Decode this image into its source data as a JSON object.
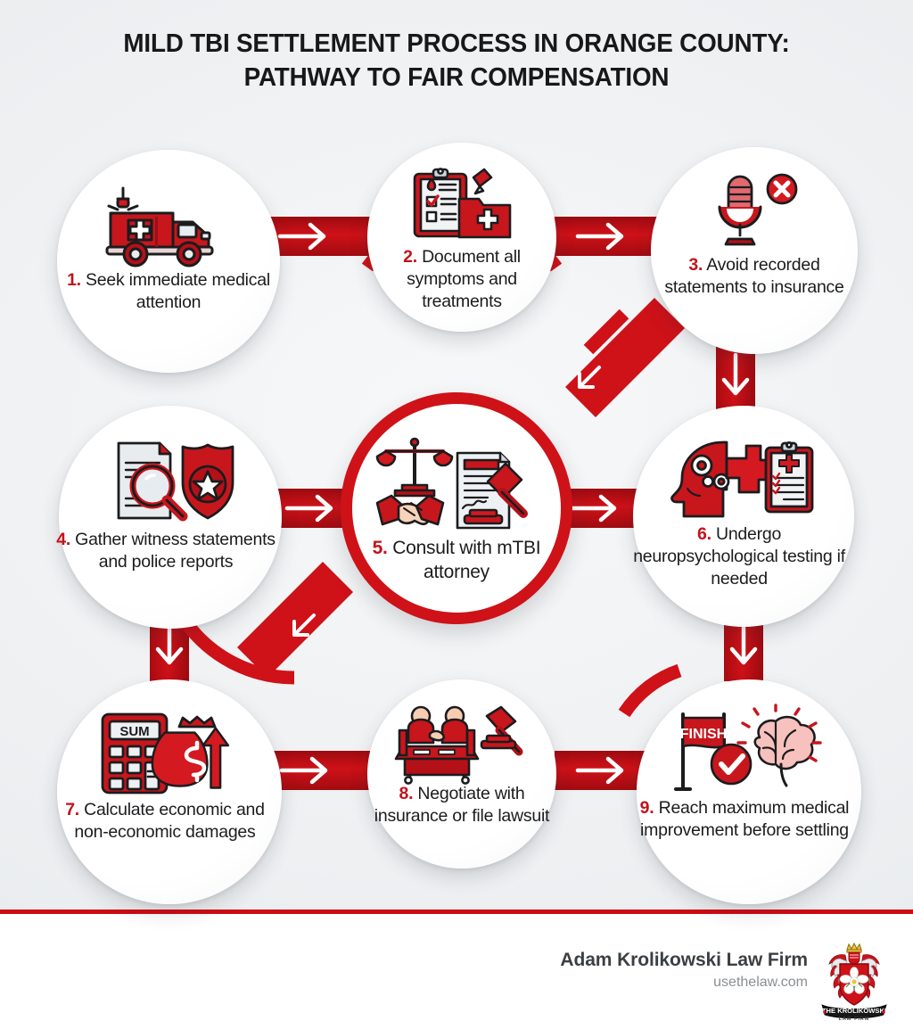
{
  "title": {
    "line1": "MILD TBI SETTLEMENT PROCESS IN ORANGE COUNTY:",
    "line2": "PATHWAY TO FAIR COMPENSATION"
  },
  "colors": {
    "brand_red": "#CF1118",
    "deep_red": "#B10E14",
    "divider_red": "#CF0A13",
    "number_red": "#C3121A",
    "text_dark": "#1B1C1E",
    "footer_name": "#3C3F42",
    "footer_site": "#8B8F93",
    "background": "#EEF0F2",
    "node_fill": "#FFFFFF"
  },
  "steps": [
    {
      "number": "1.",
      "text": "Seek immediate medical attention",
      "icon": "ambulance-icon"
    },
    {
      "number": "2.",
      "text": "Document all symptoms and treatments",
      "icon": "clipboard-folder-icon"
    },
    {
      "number": "3.",
      "text": "Avoid recorded statements to insurance",
      "icon": "microphone-blocked-icon"
    },
    {
      "number": "4.",
      "text": "Gather witness statements and police reports",
      "icon": "document-magnifier-badge-icon"
    },
    {
      "number": "5.",
      "text": "Consult with mTBI attorney",
      "icon": "scales-handshake-gavel-icon"
    },
    {
      "number": "6.",
      "text": "Undergo neuropsychological testing if needed",
      "icon": "head-gears-clipboard-icon"
    },
    {
      "number": "7.",
      "text": "Calculate economic and non-economic damages",
      "icon": "calculator-moneybag-icon"
    },
    {
      "number": "8.",
      "text": "Negotiate with insurance or file lawsuit",
      "icon": "negotiation-gavel-icon"
    },
    {
      "number": "9.",
      "text": "Reach maximum medical improvement before settling",
      "icon": "finish-flag-brain-icon"
    }
  ],
  "icon_text": {
    "calculator_display": "SUM",
    "calculator_equals": "=",
    "money_symbol": "$",
    "finish_flag": "FINISH"
  },
  "footer": {
    "firm_name": "Adam Krolikowski Law Firm",
    "website": "usethelaw.com",
    "logo": {
      "banner_line1": "THE KROLIKOWSKI",
      "banner_line2": "LAW FIRM",
      "name": "krolikowski-crest-logo"
    }
  }
}
